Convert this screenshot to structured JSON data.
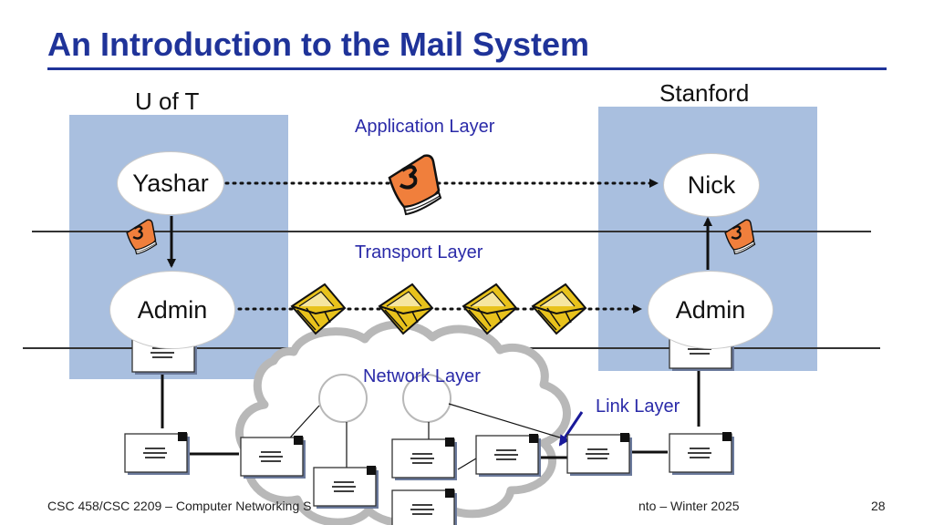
{
  "slide": {
    "title": "An Introduction to the Mail System",
    "left_site": "U of T",
    "right_site": "Stanford",
    "layers": {
      "application": "Application Layer",
      "transport": "Transport Layer",
      "network": "Network Layer",
      "link": "Link Layer"
    },
    "nodes": {
      "sender": "Yashar",
      "receiver": "Nick",
      "left_admin": "Admin",
      "right_admin": "Admin"
    },
    "footer": {
      "course_left": "CSC 458/CSC 2209 – Computer Networking S",
      "course_right": "nto – Winter 2025",
      "page": "28"
    },
    "colors": {
      "title": "#1f3399",
      "panel": "#a9bfdf",
      "layer_label": "#2a2aa8",
      "book": "#f07f3c",
      "envelope": "#e8c21c"
    },
    "icons": [
      "book-icon",
      "envelope-icon",
      "letter-icon",
      "cloud-icon"
    ]
  }
}
